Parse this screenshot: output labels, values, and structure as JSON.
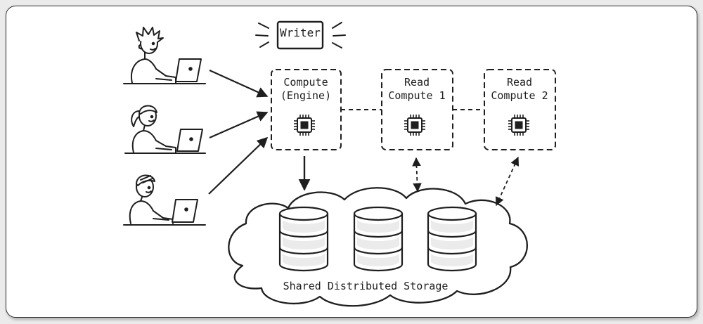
{
  "writer": {
    "label": "Writer"
  },
  "nodes": {
    "compute_engine": {
      "line1": "Compute",
      "line2": "(Engine)",
      "icon": "cpu-chip-icon"
    },
    "read_compute_1": {
      "line1": "Read",
      "line2": "Compute 1",
      "icon": "cpu-chip-icon"
    },
    "read_compute_2": {
      "line1": "Read",
      "line2": "Compute 2",
      "icon": "cpu-chip-icon"
    }
  },
  "users": [
    {
      "icon": "person-at-laptop-icon",
      "style": "spiky-hair"
    },
    {
      "icon": "person-at-laptop-icon",
      "style": "ponytail"
    },
    {
      "icon": "person-at-laptop-icon",
      "style": "short-hair"
    }
  ],
  "storage": {
    "label": "Shared Distributed Storage",
    "icon": "cloud-icon",
    "databases": [
      "database-icon",
      "database-icon",
      "database-icon"
    ]
  },
  "colors": {
    "ink": "#1e1e1e",
    "background": "#ffffff",
    "page": "#ebebeb"
  }
}
